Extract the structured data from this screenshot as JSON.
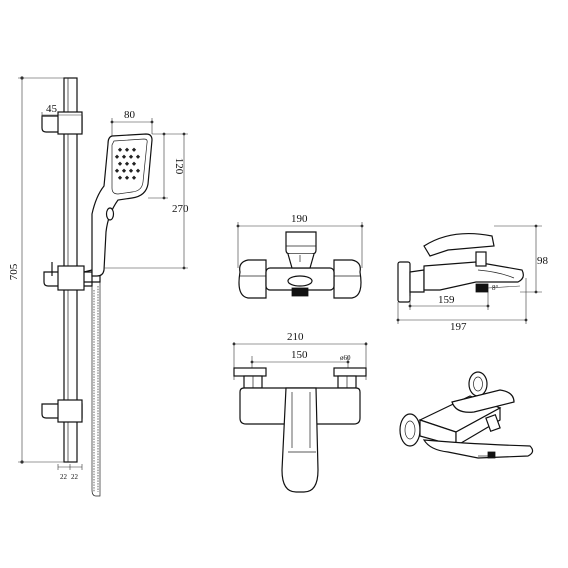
{
  "dimensions": {
    "rail_height": "705",
    "bracket_depth": "45",
    "head_width": "80",
    "head_height": "120",
    "handshower_length": "270",
    "spacing_left": "22",
    "spacing_right": "22",
    "front_width": "190",
    "body_width": "210",
    "centers": "150",
    "escutcheon": "ø60",
    "side_height": "98",
    "side_spout": "159",
    "side_projection": "197",
    "spout_angle": "8°"
  },
  "colors": {
    "line": "#111111",
    "background": "#ffffff"
  }
}
